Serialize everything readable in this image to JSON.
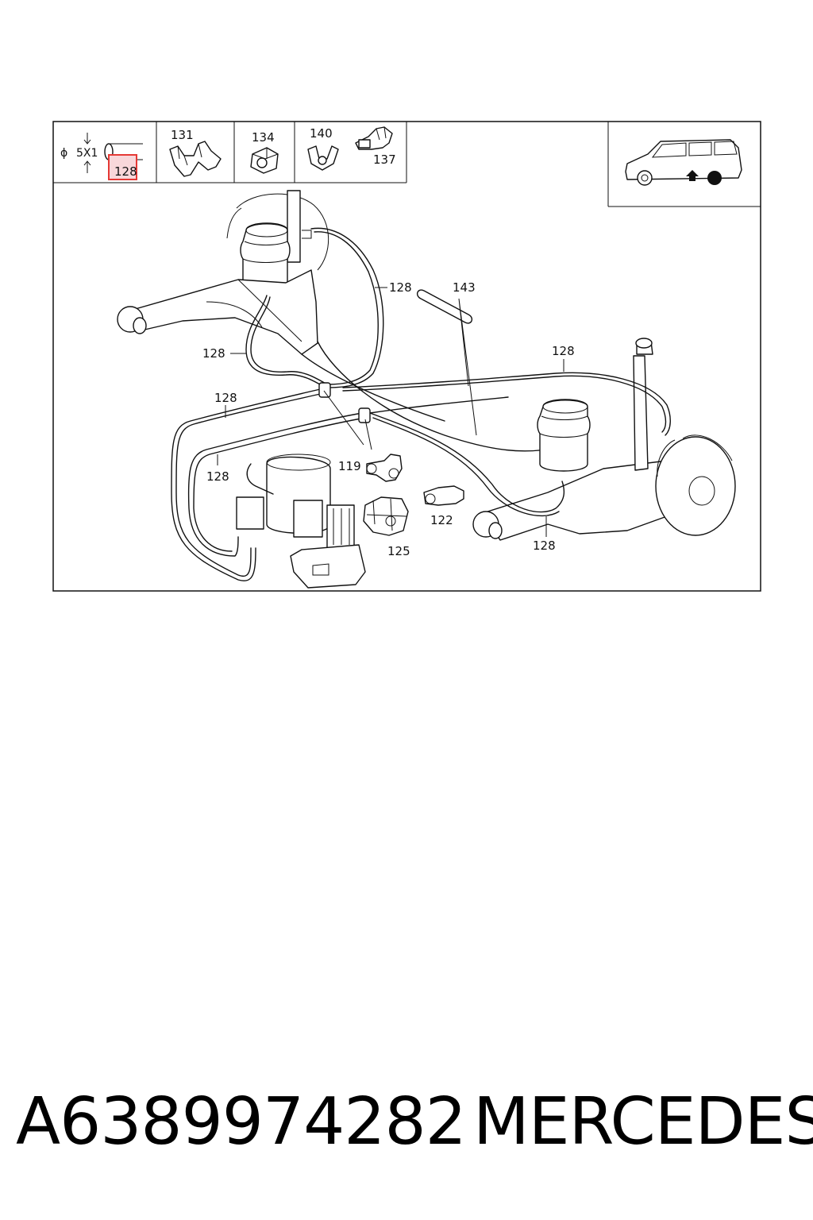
{
  "parts_table": {
    "diameter_symbol": "ϕ",
    "dimension": "5X1",
    "highlighted_part": "128",
    "cells": [
      "131",
      "134",
      "140",
      "137"
    ]
  },
  "callouts": {
    "c128_a": "128",
    "c143": "143",
    "c128_b": "128",
    "c128_c": "128",
    "c128_d": "128",
    "c128_e": "128",
    "c119": "119",
    "c122": "122",
    "c125": "125",
    "c128_f": "128"
  },
  "highlight_color": "#e53935",
  "footer": {
    "part_number": "A6389974282",
    "brand": "MERCEDES"
  }
}
